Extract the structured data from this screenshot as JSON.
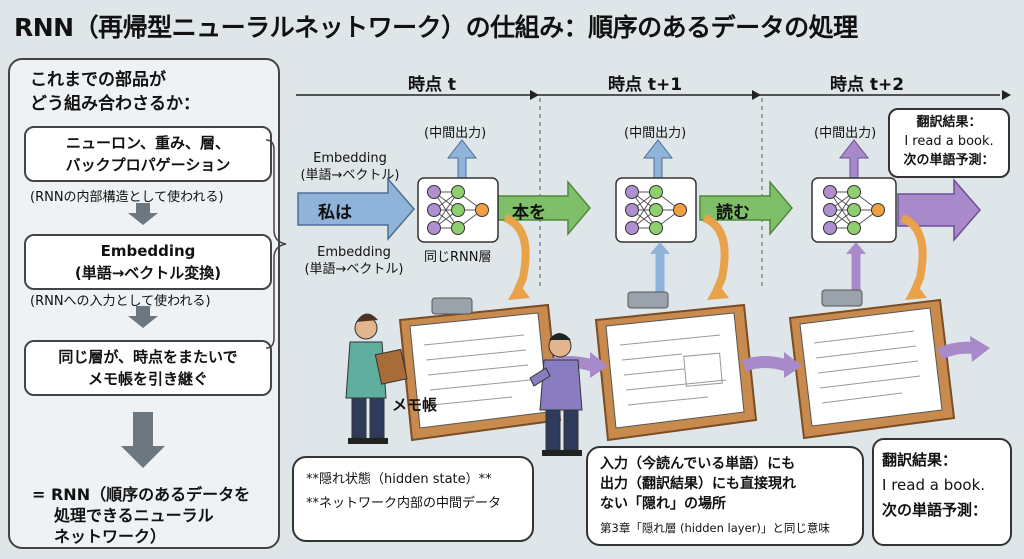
{
  "title": "RNN（再帰型ニューラルネットワーク）の仕組み：順序のあるデータの処理",
  "left_panel": {
    "heading_line1": "これまでの部品が",
    "heading_line2": "どう組み合わさるか：",
    "box1_line1": "ニューロン、重み、層、",
    "box1_line2": "バックプロパゲーション",
    "note1": "(RNNの内部構造として使われる)",
    "box2_line1": "Embedding",
    "box2_line2": "(単語→ベクトル変換)",
    "note2": "(RNNへの入力として使われる)",
    "box3_line1": "同じ層が、時点をまたいで",
    "box3_line2": "メモ帳を引き継ぐ",
    "final_line1": "= RNN（順序のあるデータを",
    "final_line2": "処理できるニューラル",
    "final_line3": "ネットワーク）"
  },
  "timeline": {
    "t0": "時点 t",
    "t1": "時点 t+1",
    "t2": "時点 t+2"
  },
  "labels": {
    "mid_output": "(中間出力)",
    "embedding_top_line1": "Embedding",
    "embedding_top_line2": "(単語→ベクトル)",
    "embedding_bottom_line1": "Embedding",
    "embedding_bottom_line2": "(単語→ベクトル)",
    "same_rnn_layer": "同じRNN層",
    "memo": "メモ帳"
  },
  "words": {
    "w1": "私は",
    "w2": "本を",
    "w3": "読む"
  },
  "result_top": {
    "line1": "翻訳結果：",
    "line2": "I read a book.",
    "line3": "次の単語予測："
  },
  "result_bottom": {
    "line1": "翻訳結果：",
    "line2": "I read a book.",
    "line3": "次の単語予測："
  },
  "hidden_bubble": {
    "line1": "**隠れ状態（hidden state）**",
    "line2": "**ネットワーク内部の中間データ"
  },
  "io_bubble": {
    "line1": "入力（今読んでいる単語）にも",
    "line2": "出力（翻訳結果）にも直接現れ",
    "line3": "ない「隠れ」の場所",
    "line4": "第3章「隠れ層 (hidden layer)」と同じ意味"
  },
  "colors": {
    "blue_arrow": "#8fb3d9",
    "green_arrow": "#7fbf6a",
    "purple_arrow": "#a889c9",
    "orange_arrow": "#e8a24a",
    "clipboard": "#c98a4e",
    "node_purple": "#b08fd0",
    "node_green": "#8fcf6e",
    "node_orange": "#f0a040"
  }
}
